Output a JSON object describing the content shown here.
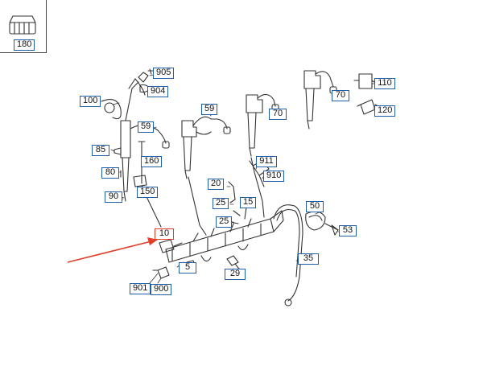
{
  "diagram": {
    "selected_callout": "10",
    "arrow_color": "#e0402a",
    "callout_border_color": "#1f5fa8",
    "line_color": "#333333"
  },
  "callouts": {
    "c180": "180",
    "c905": "905",
    "c904": "904",
    "c100": "100",
    "c59a": "59",
    "c59b": "59",
    "c85": "85",
    "c160": "160",
    "c80": "80",
    "c90": "90",
    "c150": "150",
    "c70a": "70",
    "c70b": "70",
    "c110": "110",
    "c120": "120",
    "c911": "911",
    "c910": "910",
    "c20": "20",
    "c25a": "25",
    "c15": "15",
    "c25b": "25",
    "c10": "10",
    "c5": "5",
    "c29": "29",
    "c901": "901",
    "c900": "900",
    "c50": "50",
    "c53": "53",
    "c35": "35"
  }
}
